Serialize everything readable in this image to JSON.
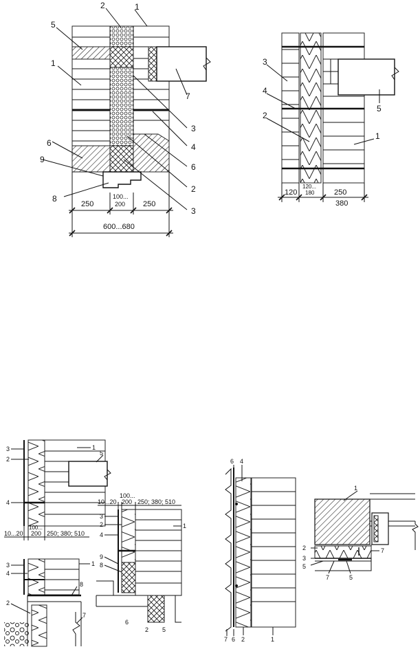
{
  "fig1": {
    "callouts": [
      "1",
      "2",
      "5",
      "1",
      "7",
      "3",
      "4",
      "6",
      "6",
      "2",
      "3",
      "9",
      "8"
    ],
    "dims": [
      "250",
      "100...",
      "200",
      "250",
      "600...680"
    ]
  },
  "fig2": {
    "callouts": [
      "3",
      "4",
      "2",
      "1",
      "5"
    ],
    "dims": [
      "120",
      "120...",
      "180",
      "250",
      "380"
    ]
  },
  "fig3": {
    "callouts": [
      "3",
      "2",
      "1",
      "5",
      "4"
    ],
    "dims": [
      "10...20",
      "100...",
      "200",
      "250; 380; 510"
    ]
  },
  "fig4": {
    "callouts": [
      "3",
      "2",
      "4",
      "1",
      "9",
      "8"
    ],
    "dims": [
      "10...20",
      "100...",
      "200",
      "250; 380; 510"
    ],
    "bottom": [
      "6",
      "2",
      "5"
    ]
  },
  "fig5": {
    "callouts": [
      "3",
      "4",
      "1",
      "8",
      "2",
      "7"
    ]
  },
  "fig6": {
    "callouts": [
      "6",
      "4",
      "7",
      "6",
      "2",
      "1"
    ]
  },
  "fig7": {
    "callouts": [
      "1",
      "2",
      "3",
      "5",
      "7",
      "7",
      "5"
    ]
  }
}
